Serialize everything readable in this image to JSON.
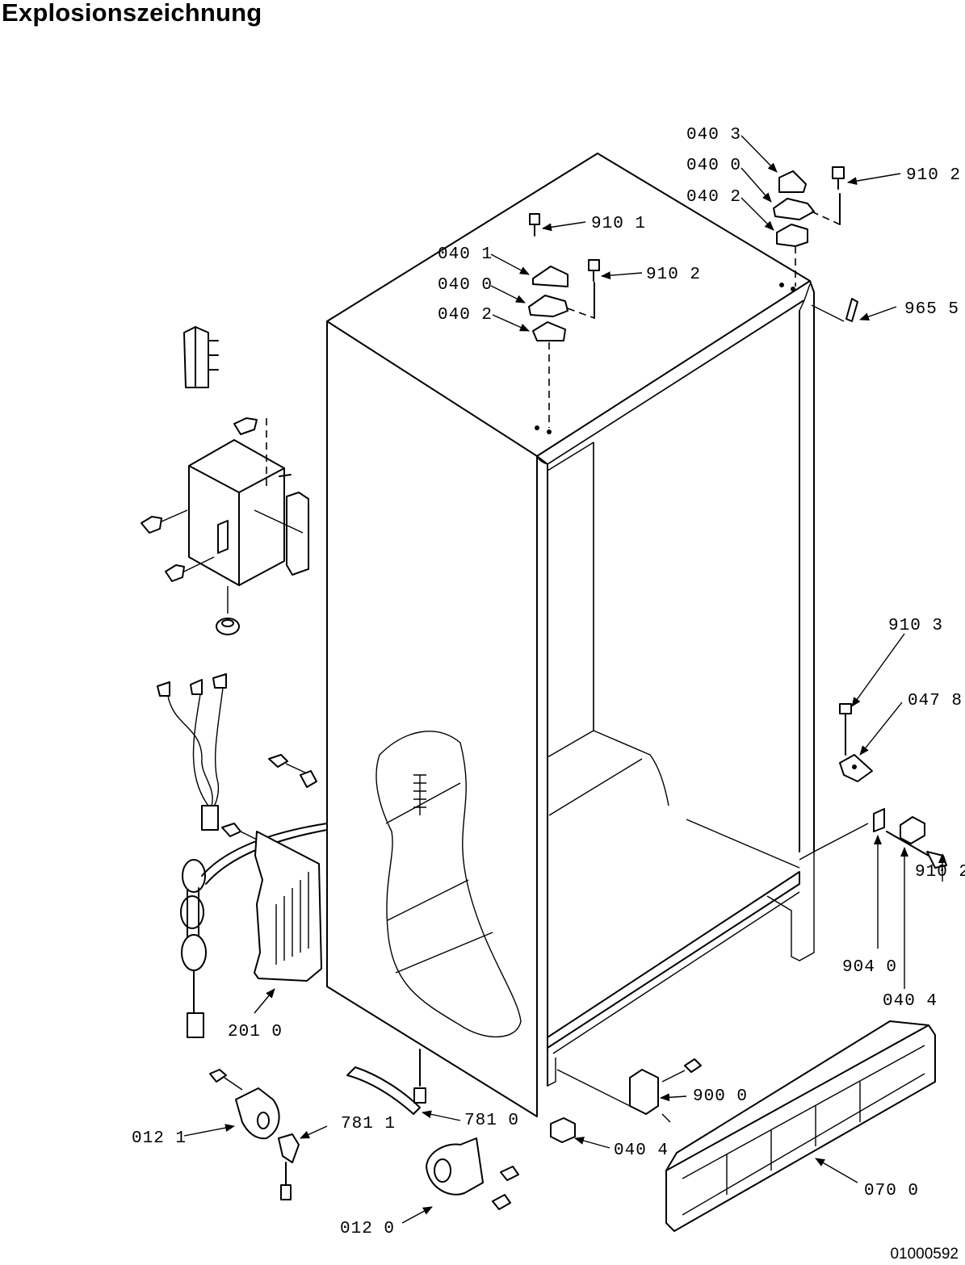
{
  "page": {
    "title": "Explosionszeichnung",
    "drawing_number": "01000592"
  },
  "callouts": [
    {
      "id": "c-040-3-top",
      "text": "040 3"
    },
    {
      "id": "c-040-0-top",
      "text": "040 0"
    },
    {
      "id": "c-040-2-top",
      "text": "040 2"
    },
    {
      "id": "c-910-2-top",
      "text": "910 2"
    },
    {
      "id": "c-965-5",
      "text": "965 5"
    },
    {
      "id": "c-910-1",
      "text": "910 1"
    },
    {
      "id": "c-910-2-mid",
      "text": "910 2"
    },
    {
      "id": "c-040-1",
      "text": "040 1"
    },
    {
      "id": "c-040-0-left",
      "text": "040 0"
    },
    {
      "id": "c-040-2-left",
      "text": "040 2"
    },
    {
      "id": "c-910-3",
      "text": "910 3"
    },
    {
      "id": "c-047-8",
      "text": "047 8"
    },
    {
      "id": "c-910-2-right",
      "text": "910 2"
    },
    {
      "id": "c-904-0",
      "text": "904 0"
    },
    {
      "id": "c-040-4-right",
      "text": "040 4"
    },
    {
      "id": "c-201-0",
      "text": "201 0"
    },
    {
      "id": "c-900-0",
      "text": "900 0"
    },
    {
      "id": "c-781-1",
      "text": "781 1"
    },
    {
      "id": "c-781-0",
      "text": "781 0"
    },
    {
      "id": "c-012-1",
      "text": "012 1"
    },
    {
      "id": "c-040-4-bottom",
      "text": "040 4"
    },
    {
      "id": "c-070-0",
      "text": "070 0"
    },
    {
      "id": "c-012-0",
      "text": "012 0"
    }
  ]
}
